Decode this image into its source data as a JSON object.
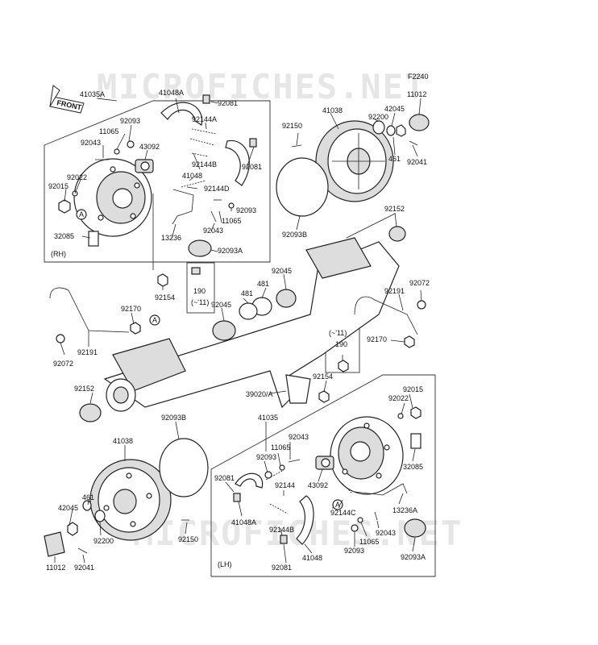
{
  "watermark": "MICROFICHES.NET",
  "figure_code": "F2240",
  "front_label": "FRONT",
  "box_labels": {
    "rh": "(RH)",
    "lh": "(LH)"
  },
  "ref_marks": [
    "A",
    "A",
    "A"
  ],
  "callouts": {
    "c1": "41035A",
    "c2": "41048A",
    "c3": "92081",
    "c4": "92144A",
    "c5": "92093",
    "c6": "11065",
    "c7": "43092",
    "c8": "92043",
    "c9": "92081",
    "c10": "92144B",
    "c11": "41048",
    "c12": "92144D",
    "c13": "92022",
    "c14": "92015",
    "c15": "92093",
    "c16": "11065",
    "c17": "92043",
    "c18": "32085",
    "c19": "13236",
    "c20": "92093A",
    "c21": "92150",
    "c22": "41038",
    "c23": "92200",
    "c24": "42045",
    "c25": "11012",
    "c26": "461",
    "c27": "92041",
    "c28": "92093B",
    "c29": "92152",
    "c30": "190",
    "c31": "(~'11)",
    "c32": "92154",
    "c33": "92045",
    "c34": "481",
    "c35": "481",
    "c36": "92045",
    "c37": "92191",
    "c38": "92072",
    "c39": "92170",
    "c40": "92191",
    "c41": "92072",
    "c42": "92170",
    "c43": "(~'11)",
    "c44": "190",
    "c45": "92154",
    "c46": "92152",
    "c47": "39020/A",
    "c48": "92093B",
    "c49": "41035",
    "c50": "92043",
    "c51": "11065",
    "c52": "92093",
    "c53": "41038",
    "c54": "92081",
    "c55": "92144",
    "c56": "43092",
    "c57": "92015",
    "c58": "92022",
    "c59": "32085",
    "c60": "41048A",
    "c61": "92144C",
    "c62": "13236A",
    "c63": "461",
    "c64": "42045",
    "c65": "92200",
    "c66": "92150",
    "c67": "92144B",
    "c68": "11065",
    "c69": "92043",
    "c70": "41048",
    "c71": "92093",
    "c72": "92093A",
    "c73": "11012",
    "c74": "92041",
    "c75": "92081"
  }
}
